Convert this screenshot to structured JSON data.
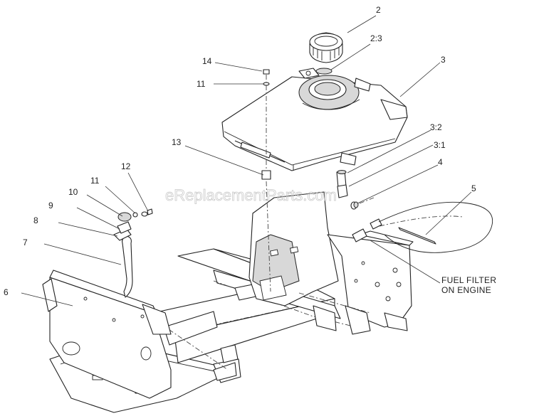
{
  "watermark": "eReplacementParts.com",
  "callouts": {
    "c2": "2",
    "c2_3": "2:3",
    "c3": "3",
    "c3_2": "3:2",
    "c3_1": "3:1",
    "c4": "4",
    "c5": "5",
    "c6": "6",
    "c7": "7",
    "c8": "8",
    "c9": "9",
    "c10": "10",
    "c11a": "11",
    "c11b": "11",
    "c12": "12",
    "c13": "13",
    "c14": "14"
  },
  "note": {
    "line1": "FUEL FILTER",
    "line2": "ON ENGINE"
  }
}
